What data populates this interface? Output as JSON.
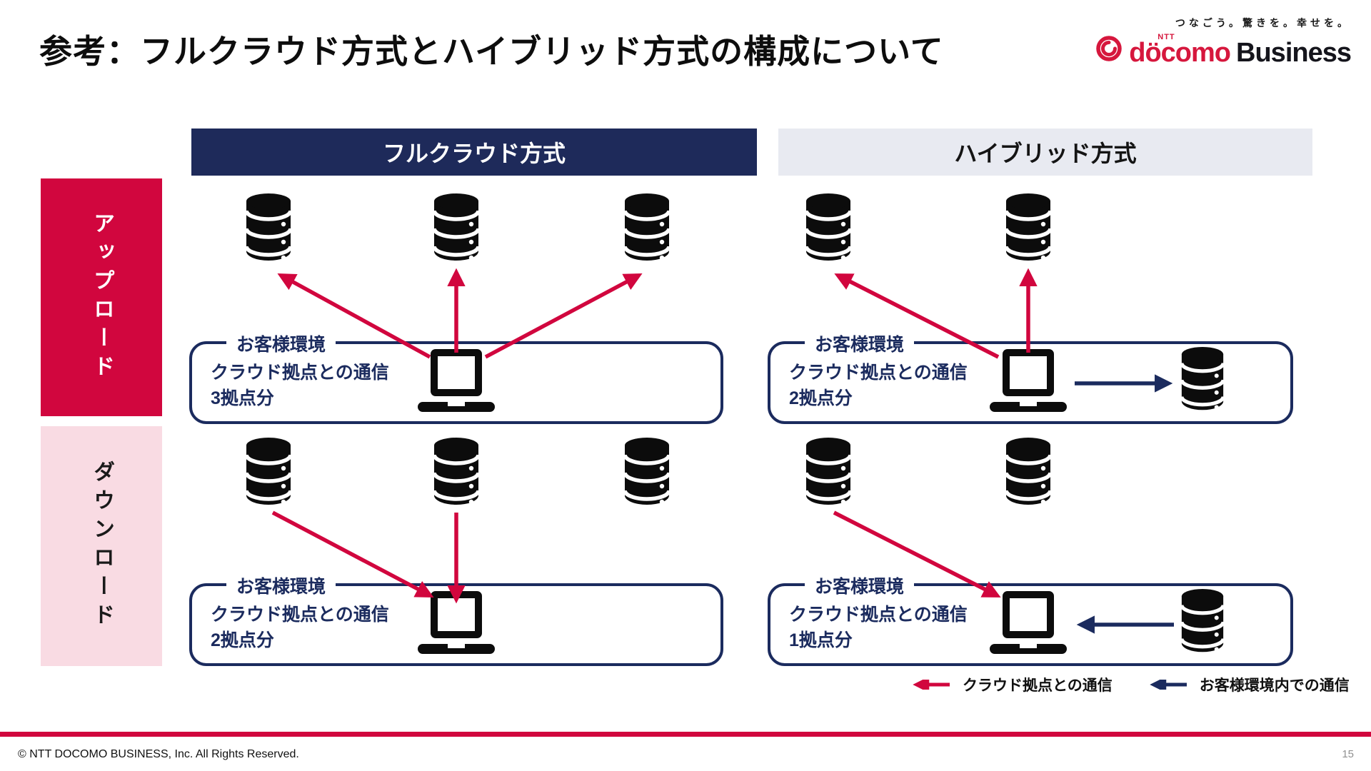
{
  "slide": {
    "title": "参考：フルクラウド方式とハイブリッド方式の構成について",
    "copyright": "© NTT DOCOMO BUSINESS, Inc. All Rights Reserved.",
    "page_number": "15"
  },
  "brand": {
    "tagline": "つなごう。驚きを。幸せを。",
    "ntt": "NTT",
    "docomo": "döcomo",
    "business": "Business",
    "logo_red": "#d6173d"
  },
  "columns": {
    "full_cloud": {
      "header": "フルクラウド方式"
    },
    "hybrid": {
      "header": "ハイブリッド方式"
    }
  },
  "rails": {
    "upload": "アップロード",
    "download": "ダウンロード"
  },
  "boxes": {
    "env_label": "お客様環境",
    "fc_upload": {
      "line1": "クラウド拠点との通信",
      "line2": "3拠点分"
    },
    "hy_upload": {
      "line1": "クラウド拠点との通信",
      "line2": "2拠点分"
    },
    "fc_download": {
      "line1": "クラウド拠点との通信",
      "line2": "2拠点分"
    },
    "hy_download": {
      "line1": "クラウド拠点との通信",
      "line2": "1拠点分"
    }
  },
  "legend": {
    "cloud_comm": "クラウド拠点との通信",
    "internal_comm": "お客様環境内での通信"
  },
  "colors": {
    "crimson": "#d1063e",
    "navy": "#1b2b5e",
    "pink": "#f9dbe3",
    "header_gray": "#e8eaf1"
  }
}
